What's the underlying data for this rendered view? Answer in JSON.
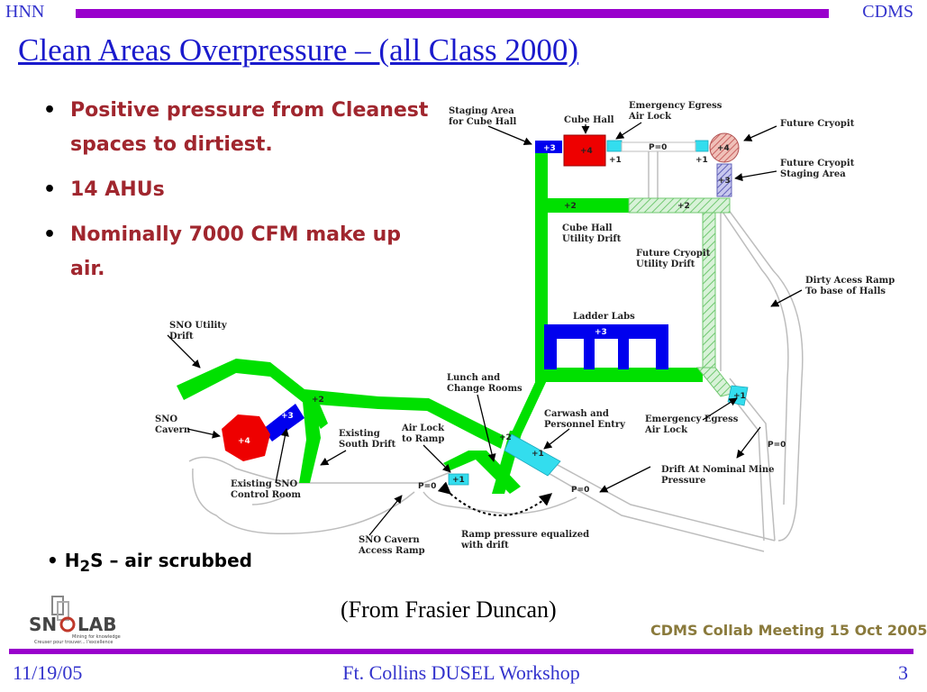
{
  "header": {
    "left": "HNN",
    "right": "CDMS"
  },
  "title": "Clean Areas Overpressure – (all Class 2000)",
  "bullets": [
    "Positive pressure from Cleanest spaces to dirtiest.",
    "14 AHUs",
    "Nominally 7000 CFM make up air."
  ],
  "h2s": {
    "prefix": "H",
    "sub": "2",
    "rest": "S – air scrubbed"
  },
  "attribution": "(From Frasier Duncan)",
  "collab_note": "CDMS Collab Meeting 15 Oct 2005",
  "logo": {
    "text_sn": "SN",
    "text_lab": "LAB",
    "tag1": "Mining for knowledge",
    "tag2": "Creuser pour trouver... l'excellence"
  },
  "footer": {
    "date": "11/19/05",
    "center": "Ft. Collins DUSEL Workshop",
    "page": "3"
  },
  "colors": {
    "clean_green": "#00e000",
    "blue": "#0000ee",
    "red": "#ee0000",
    "cyan": "#33ddee",
    "hatched_green": "#90d890",
    "hatched_blue": "#8080c8",
    "drift": "#bbbbbb"
  },
  "diagram": {
    "labels": {
      "staging1": "Staging Area",
      "staging2": "for Cube Hall",
      "cube_hall": "Cube Hall",
      "egress1": "Emergency Egress",
      "egress2": "Air Lock",
      "future_cryopit": "Future Cryopit",
      "fcs1": "Future Cryopit",
      "fcs2": "Staging Area",
      "chud1": "Cube Hall",
      "chud2": "Utility Drift",
      "fcud1": "Future Cryopit",
      "fcud2": "Utility Drift",
      "dirty1": "Dirty Acess Ramp",
      "dirty2": "To base of Halls",
      "ladder_labs": "Ladder Labs",
      "sno_utility1": "SNO Utility",
      "sno_utility2": "Drift",
      "lunch1": "Lunch and",
      "lunch2": "Change Rooms",
      "carwash1": "Carwash and",
      "carwash2": "Personnel Entry",
      "egress_b1": "Emergency Egress",
      "egress_b2": "Air Lock",
      "sno_cavern1": "SNO",
      "sno_cavern2": "Cavern",
      "esd1": "Existing",
      "esd2": "South Drift",
      "airlock1": "Air Lock",
      "airlock2": "to Ramp",
      "escr1": "Existing SNO",
      "escr2": "Control Room",
      "drift_nominal1": "Drift At Nominal Mine",
      "drift_nominal2": "Pressure",
      "sno_ramp1": "SNO Cavern",
      "sno_ramp2": "Access Ramp",
      "ramp_eq1": "Ramp pressure equalized",
      "ramp_eq2": "with drift"
    },
    "values": {
      "staging": "+3",
      "cube": "+4",
      "p0_top": "P=0",
      "plus1_a": "+1",
      "plus1_b": "+1",
      "cryopit": "+4",
      "cryostage": "+3",
      "uti_left": "+2",
      "uti_right": "+2",
      "ladder": "+3",
      "egress_b": "+1",
      "p0_right": "P=0",
      "sno_blue": "+3",
      "sno_cavern": "+4",
      "sno_junc": "+2",
      "lunch_junc": "+2",
      "carwash": "+1",
      "airlock": "+1",
      "p0_left": "P=0",
      "p0_mid": "P=0"
    }
  }
}
